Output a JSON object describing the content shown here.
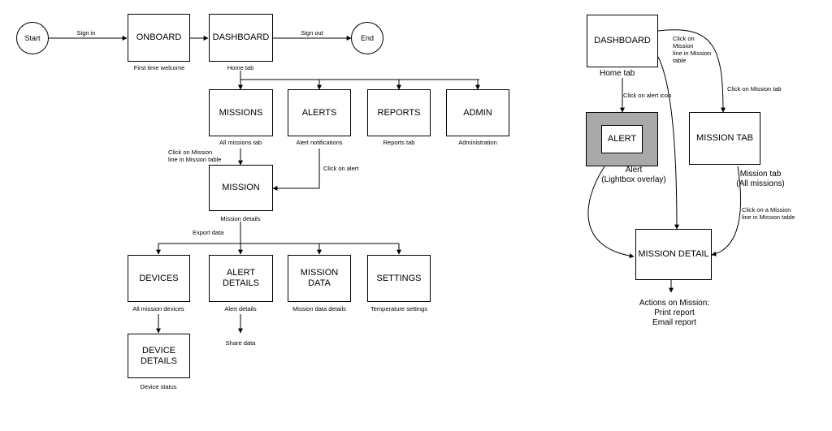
{
  "left": {
    "start": "Start",
    "end": "End",
    "onboard": "ONBOARD",
    "dashboard": "DASHBOARD",
    "missions": "MISSIONS",
    "alerts": "ALERTS",
    "reports": "REPORTS",
    "admin": "ADMIN",
    "mission": "MISSION",
    "devices": "DEVICES",
    "alert_details": "ALERT\nDETAILS",
    "mission_data": "MISSION\nDATA",
    "settings": "SETTINGS",
    "device_details": "DEVICE\nDETAILS",
    "sign_in": "Sign in",
    "sign_out": "Sign out",
    "first_time_welcome": "First time welcome",
    "home_tab": "Home tab",
    "all_missions_tab": "All missions tab",
    "alert_notifications": "Alert notifications",
    "reports_tab": "Reports tab",
    "administration": "Administration",
    "click_mission_line": "Click on Mission\nline in Mission table",
    "click_on_alert": "Click on alert",
    "mission_details": "Mission details",
    "export_data": "Export data",
    "all_mission_devices": "All mission devices",
    "alert_details_caption": "Alert details",
    "mission_data_details": "Mission data details",
    "temperature_settings": "Temperature settings",
    "share_data": "Share data",
    "device_status": "Device status"
  },
  "right": {
    "dashboard": "DASHBOARD",
    "home_tab": "Home tab",
    "click_mission_line": "Click on\nMission\nline in Mission\ntable",
    "click_alert_icon": "Click on alert icon",
    "click_mission_tab": "Click on Mission tab",
    "alert": "ALERT",
    "alert_caption": "Alert\n(Lightbox overlay)",
    "mission_tab": "MISSION TAB",
    "mission_tab_caption": "Mission tab\n(All missions)",
    "click_mission_line_2": "Click on a Mission\nline in Mission table",
    "mission_detail": "MISSION DETAIL",
    "actions": "Actions on Mission:\nPrint report\nEmail report"
  }
}
